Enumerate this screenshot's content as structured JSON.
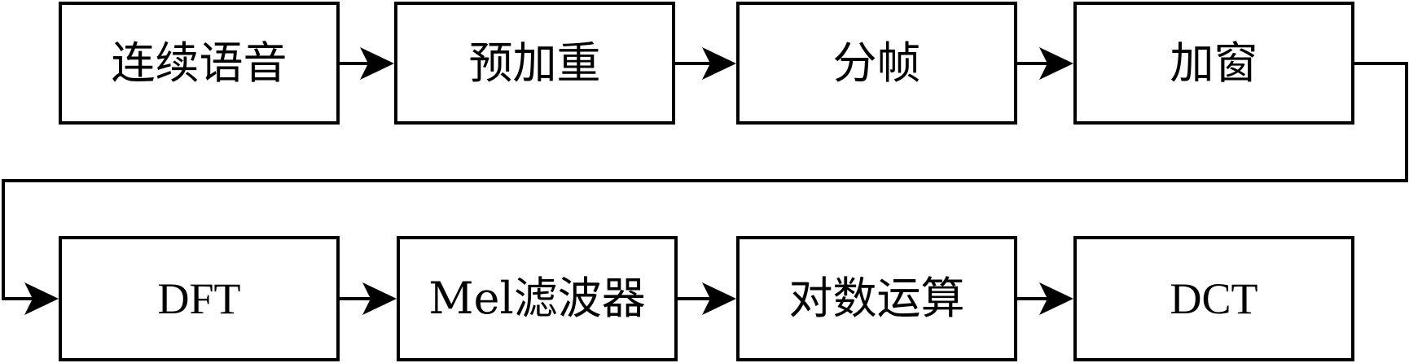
{
  "diagram": {
    "row1": [
      {
        "label": "连续语音"
      },
      {
        "label": "预加重"
      },
      {
        "label": "分帧"
      },
      {
        "label": "加窗"
      }
    ],
    "row2": [
      {
        "label": "DFT"
      },
      {
        "label": "Mel滤波器"
      },
      {
        "label": "对数运算"
      },
      {
        "label": "DCT"
      }
    ]
  },
  "colors": {
    "stroke": "#000000",
    "background": "#ffffff"
  }
}
